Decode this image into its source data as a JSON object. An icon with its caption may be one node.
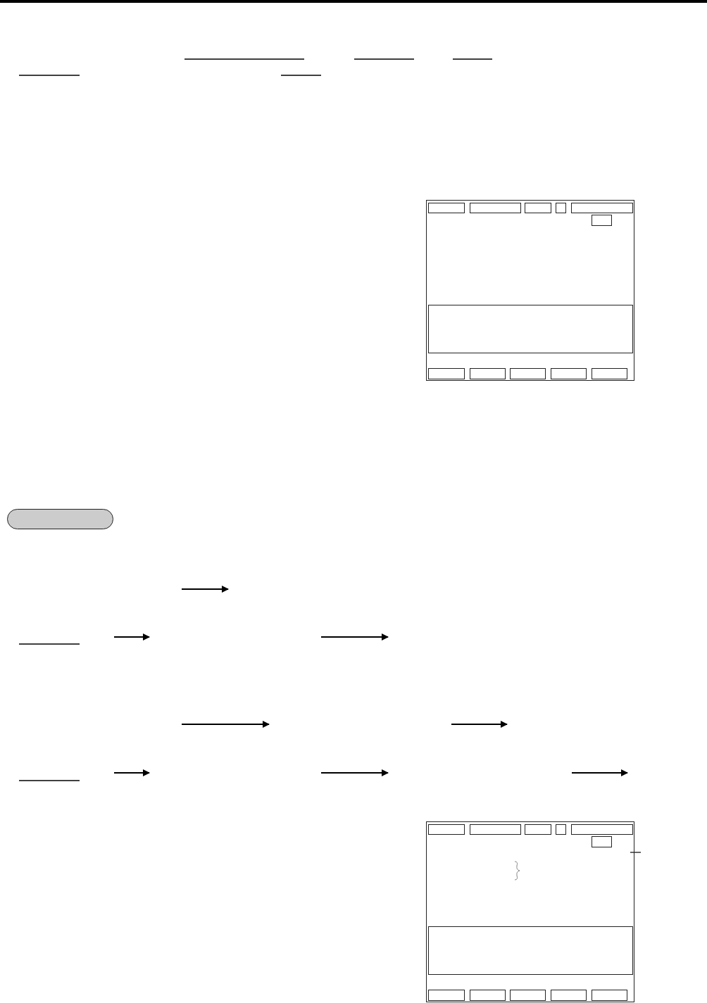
{
  "diagram": {
    "nodes": [
      {
        "text": [],
        "shape": "box"
      },
      {
        "text": [],
        "shape": "box",
        "in": 0
      },
      {
        "text": [],
        "shape": "box",
        "in": 0
      },
      {
        "text": [],
        "shape": "box",
        "in": 0
      },
      {
        "text": [],
        "shape": "box",
        "in": 0
      },
      {
        "text": [],
        "shape": "box",
        "in": 0
      },
      {
        "text": [],
        "shape": "box",
        "in": 0
      },
      {
        "text": [],
        "shape": "box",
        "in": 0
      },
      {
        "text": [],
        "shape": "box",
        "in": 0
      },
      {
        "text": [],
        "shape": "box",
        "in": 0
      },
      {
        "text": [],
        "shape": "box",
        "in": 0
      },
      {
        "text": [],
        "shape": "box",
        "in": 0
      },
      {
        "text": [],
        "shape": "box",
        "in": 0
      },
      {
        "text": [],
        "shape": "box"
      },
      {
        "text": [],
        "shape": "box"
      },
      {
        "text": [],
        "shape": "box",
        "in": 14
      },
      {
        "text": [],
        "shape": "box",
        "in": 14
      },
      {
        "text": [],
        "shape": "box",
        "in": 14
      },
      {
        "text": [],
        "shape": "box",
        "in": 14
      },
      {
        "text": [],
        "shape": "box",
        "in": 14
      },
      {
        "text": [],
        "shape": "box",
        "in": 14
      },
      {
        "text": [],
        "shape": "box",
        "in": 14
      },
      {
        "text": [],
        "shape": "box",
        "in": 14
      },
      {
        "text": [],
        "shape": "box",
        "in": 14
      },
      {
        "text": [],
        "shape": "box",
        "in": 14
      },
      {
        "text": [],
        "shape": "box",
        "in": 14
      },
      {
        "text": [],
        "shape": "box",
        "in": 14
      }
    ]
  }
}
